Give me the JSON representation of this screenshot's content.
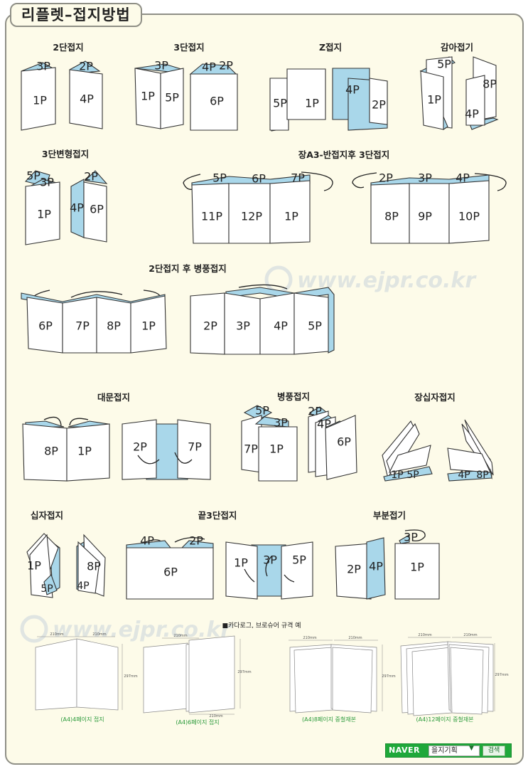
{
  "title": "리플렛–접지방법",
  "watermark": "www.ejpr.co.kr",
  "colors": {
    "fold_blue": "#a9d7ea",
    "background": "#fdfbe9",
    "caption_green": "#2a9a3a",
    "naver_green": "#1fa83a"
  },
  "sections": {
    "s2": {
      "title": "2단접지",
      "pages": [
        "3P",
        "2P",
        "1P",
        "4P"
      ]
    },
    "s3": {
      "title": "3단접지",
      "pages": [
        "3P",
        "4P",
        "2P",
        "1P",
        "5P",
        "6P"
      ]
    },
    "sz": {
      "title": "Z접지",
      "pages": [
        "5P",
        "1P",
        "4P",
        "2P"
      ]
    },
    "sg": {
      "title": "감아접기",
      "pages": [
        "5P",
        "1P",
        "8P",
        "4P"
      ]
    },
    "s3v": {
      "title": "3단변형접지",
      "pages": [
        "5P",
        "3P",
        "2P",
        "1P",
        "4P",
        "6P"
      ]
    },
    "sa3": {
      "title": "장A3-반접지후 3단접지",
      "pages": [
        "5P",
        "6P",
        "7P",
        "11P",
        "12P",
        "1P",
        "2P",
        "3P",
        "4P",
        "8P",
        "9P",
        "10P"
      ]
    },
    "s2b": {
      "title": "2단접지 후 병풍접지",
      "pages": [
        "6P",
        "7P",
        "8P",
        "1P",
        "2P",
        "3P",
        "4P",
        "5P"
      ]
    },
    "sd": {
      "title": "대문접지",
      "pages": [
        "8P",
        "1P",
        "2P",
        "7P"
      ]
    },
    "sb": {
      "title": "병풍접지",
      "pages": [
        "5P",
        "3P",
        "7P",
        "1P",
        "2P",
        "4P",
        "6P"
      ]
    },
    "sj": {
      "title": "장십자접지",
      "pages": [
        "1P",
        "5P",
        "4P",
        "8P"
      ]
    },
    "sx": {
      "title": "십자접지",
      "pages": [
        "1P",
        "5P",
        "8P",
        "4P"
      ]
    },
    "sk": {
      "title": "끝3단접지",
      "pages": [
        "4P",
        "2P",
        "6P",
        "1P",
        "3P",
        "5P"
      ]
    },
    "sp": {
      "title": "부분접기",
      "pages": [
        "3P",
        "2P",
        "4P",
        "1P"
      ]
    }
  },
  "catalog": {
    "heading": "■카다로그, 브로슈어 규격 예",
    "dims": {
      "w": "210mm",
      "h": "297mm"
    },
    "captions": [
      "(A4)4페이지 접지",
      "(A4)6페이지 접지",
      "(A4)8페이지 중철재본",
      "(A4)12페이지 중철재본"
    ]
  },
  "naver": {
    "logo": "NAVER",
    "query": "을지기획",
    "button": "검색"
  }
}
